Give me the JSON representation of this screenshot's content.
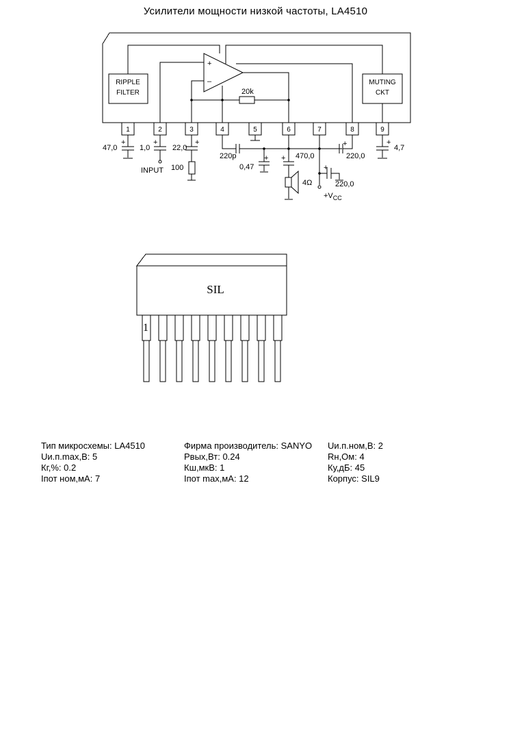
{
  "title": "Усилители мощности низкой частоты, LA4510",
  "schematic": {
    "ripple_filter": [
      "RIPPLE",
      "FILTER"
    ],
    "muting_ckt": [
      "MUTING",
      "CKT"
    ],
    "opamp_plus": "+",
    "opamp_minus": "–",
    "feedback_resistor": "20k",
    "pins": [
      "1",
      "2",
      "3",
      "4",
      "5",
      "6",
      "7",
      "8",
      "9"
    ],
    "c_pin1": "47,0",
    "c_pin2": "1,0",
    "input_label": "INPUT",
    "c_pin3": "22,0",
    "r_pin3": "100",
    "c_out": "220p",
    "c_047": "0,47",
    "c_470": "470,0",
    "speaker": "4Ω",
    "c_pin8": "220,0",
    "c_vcc": "220,0",
    "vcc_label": "+V",
    "vcc_sub": "CC",
    "c_pin9": "4,7",
    "plus_sign": "+"
  },
  "package": {
    "label": "SIL",
    "pin1": "1"
  },
  "specs": {
    "col1": [
      "Тип микросхемы: LA4510",
      "Uи.п.max,В: 5",
      "Кг,%: 0.2",
      "Iпот ном,мА: 7"
    ],
    "col2": [
      "Фирма производитель: SANYO",
      "Рвых,Вт: 0.24",
      "Кш,мкВ: 1",
      "Iпот max,мА: 12"
    ],
    "col3": [
      "Uи.п.ном,В: 2",
      "Rн,Ом: 4",
      "Ку,дБ: 45",
      "Корпус: SIL9"
    ]
  }
}
